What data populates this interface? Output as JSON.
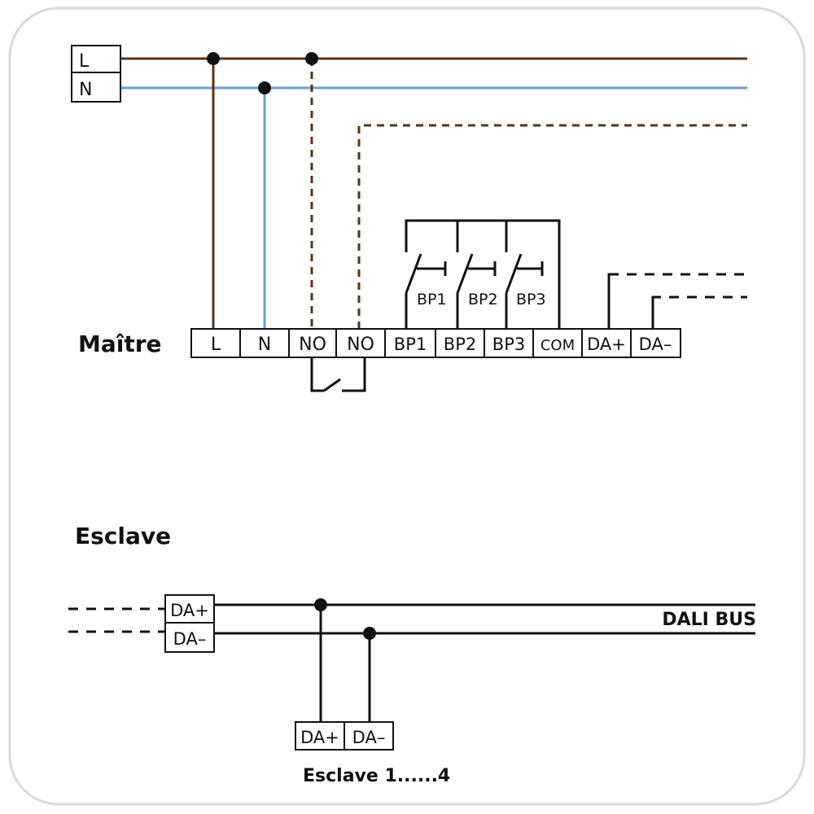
{
  "mains_terminals": {
    "live": "L",
    "neutral": "N"
  },
  "master": {
    "title": "Maître",
    "terminals": [
      "L",
      "N",
      "NO",
      "NO",
      "BP1",
      "BP2",
      "BP3",
      "COM",
      "DA+",
      "DA–"
    ],
    "pushbuttons": [
      "BP1",
      "BP2",
      "BP3"
    ]
  },
  "slave": {
    "title": "Esclave",
    "bus_terminals": [
      "DA+",
      "DA–"
    ],
    "bus_label": "DALI BUS",
    "device_terminals": [
      "DA+",
      "DA–"
    ],
    "device_caption": "Esclave 1......4"
  },
  "colors": {
    "live_wire": "#5a3314",
    "neutral_wire": "#6a9fd6",
    "bus_wire": "#111111",
    "frame": "#d9d9d9"
  }
}
